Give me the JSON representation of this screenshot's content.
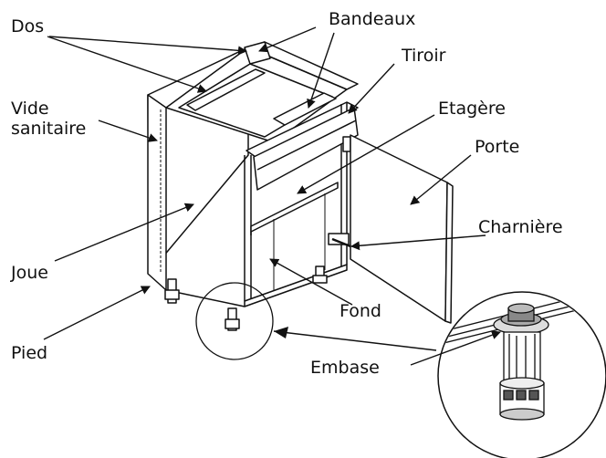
{
  "labels": {
    "dos": "Dos",
    "bandeaux": "Bandeaux",
    "tiroir": "Tiroir",
    "vide_sanitaire": "Vide sanitaire",
    "etagere": "Etagère",
    "porte": "Porte",
    "charniere": "Charnière",
    "joue": "Joue",
    "fond": "Fond",
    "pied": "Pied",
    "embase": "Embase"
  },
  "colors": {
    "line": "#111111",
    "background": "#ffffff"
  }
}
